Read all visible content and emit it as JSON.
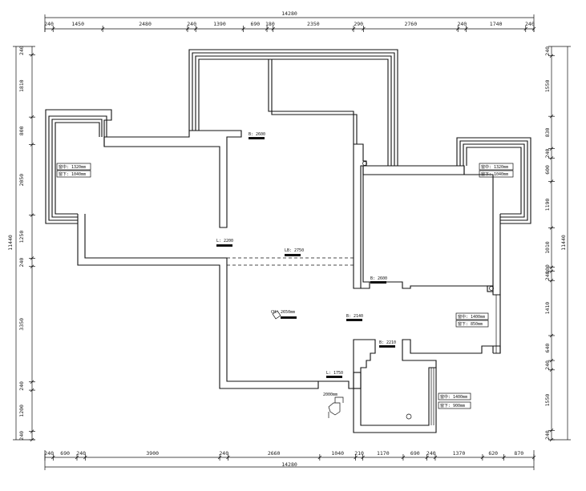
{
  "dimensions": {
    "total": "14280",
    "top_chain": [
      "240",
      "1450",
      "2480",
      "240",
      "1390",
      "690",
      "180",
      "2350",
      "290",
      "2760",
      "240",
      "1740",
      "240"
    ],
    "bottom_chain": [
      "240",
      "690",
      "240",
      "3900",
      "240",
      "2660",
      "1040",
      "210",
      "1170",
      "690",
      "240",
      "1370",
      "620",
      "870"
    ],
    "left_total": "11440",
    "left_chain": [
      "240",
      "1810",
      "800",
      "2050",
      "1250",
      "240",
      "3350",
      "240",
      "1200",
      "240"
    ],
    "right_total": "11440",
    "right_chain": [
      "240",
      "1550",
      "830",
      "240",
      "600",
      "1190",
      "1010",
      "100",
      "240",
      "1410",
      "640",
      "240",
      "1550",
      "240"
    ]
  },
  "labels": {
    "window_left_1": "窗中: 1320mm",
    "window_left_2": "窗下: 1040mm",
    "window_right_1": "窗中: 1320mm",
    "window_right_2": "窗下: 1040mm",
    "window_mid_1": "窗中: 1400mm",
    "window_mid_2": "窗下: 850mm",
    "window_bot_1": "窗中: 1400mm",
    "window_bot_2": "窗下: 900mm",
    "beam_top": "B: 2600",
    "beam_left": "L: 2200",
    "beam_center": "LB: 2750",
    "beam_right": "B: 2600",
    "ceiling": "CH: 2650mm",
    "beam_mid": "B: 2140",
    "beam_lower": "B: 2210",
    "beam_bottom": "L: 1750",
    "fixture": "2000mm"
  }
}
